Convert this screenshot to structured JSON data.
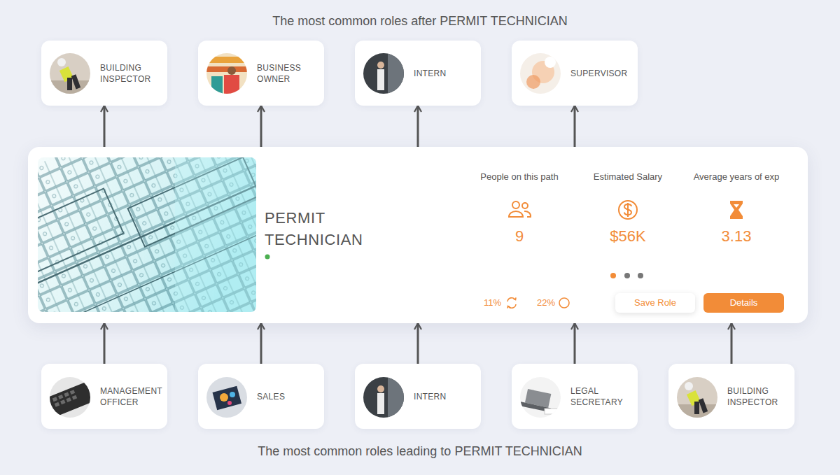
{
  "diagram": {
    "title": "The most common roles after PERMIT TECHNICIAN",
    "caption": "The most common roles leading to PERMIT TECHNICIAN",
    "nodes": [
      {
        "text": [
          "BUILDING INSPECTOR"
        ]
      },
      {
        "text": [
          "BUSINESS OWNER"
        ]
      },
      {
        "text": [
          "INTERN"
        ]
      },
      {
        "text": [
          "SUPERVISOR"
        ]
      },
      {
        "text": [
          "PERMIT TECHNICIAN",
          "People on this path",
          "9",
          "Estimated Salary",
          "$56K",
          "Average years of exp",
          "3.13",
          "11%",
          "22%"
        ]
      },
      {
        "text": [
          "Save Role"
        ],
        "in": 4
      },
      {
        "text": [
          "Details"
        ],
        "in": 4
      },
      {
        "text": [
          "MANAGEMENT OFFICER"
        ]
      },
      {
        "text": [
          "SALES"
        ]
      },
      {
        "text": [
          "INTERN"
        ]
      },
      {
        "text": [
          "LEGAL SECRETARY"
        ]
      },
      {
        "text": [
          "BUILDING INSPECTOR"
        ]
      }
    ],
    "edges": [
      {
        "from": 4,
        "to": 0,
        "arrow": "to"
      },
      {
        "from": 4,
        "to": 1,
        "arrow": "to"
      },
      {
        "from": 4,
        "to": 2,
        "arrow": "to"
      },
      {
        "from": 4,
        "to": 3,
        "arrow": "to"
      },
      {
        "from": 7,
        "to": 4,
        "arrow": "to"
      },
      {
        "from": 8,
        "to": 4,
        "arrow": "to"
      },
      {
        "from": 9,
        "to": 4,
        "arrow": "to"
      },
      {
        "from": 10,
        "to": 4,
        "arrow": "to"
      },
      {
        "from": 11,
        "to": 4,
        "arrow": "to"
      }
    ]
  }
}
